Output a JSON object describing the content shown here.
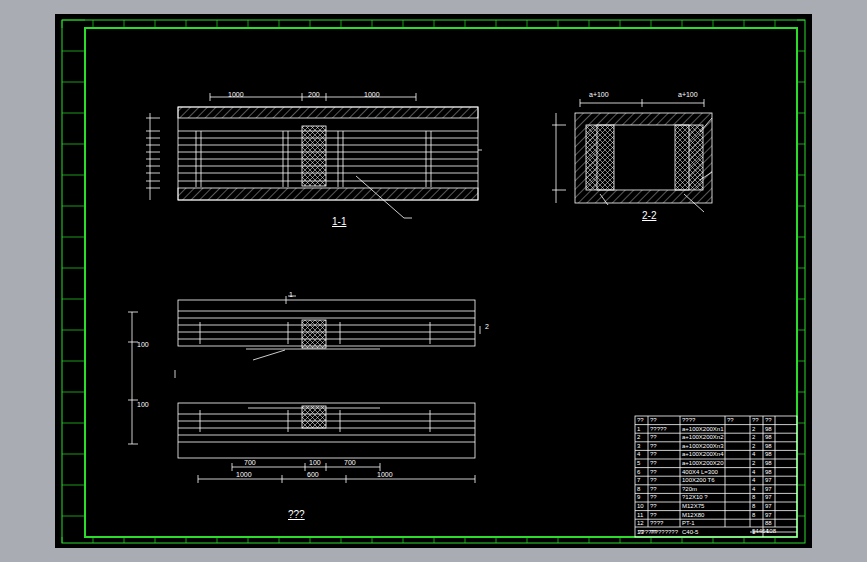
{
  "diagram": {
    "labels": [
      "1000",
      "200",
      "1000",
      "1-1",
      "a+100",
      "a+100",
      "2-2",
      "1",
      "2",
      "700",
      "100",
      "700",
      "1000",
      "600",
      "1000",
      "100",
      "100",
      "???",
      "??",
      "??",
      "????",
      "??",
      "??",
      "??",
      "1",
      "?????",
      "a+100X200Xn1",
      "2",
      "98",
      "2",
      "??",
      "a+100X200Xn2",
      "2",
      "98",
      "3",
      "??",
      "a+100X200Xn3",
      "2",
      "98",
      "4",
      "??",
      "a+100X200Xn4",
      "4",
      "98",
      "5",
      "??",
      "a+100X200X20",
      "2",
      "98",
      "6",
      "??",
      "400X4 L=300",
      "4",
      "98",
      "7",
      "??",
      "100X200 T6",
      "4",
      "97",
      "8",
      "??",
      "?20m",
      "4",
      "97",
      "9",
      "??",
      "?12X10 ?",
      "8",
      "97",
      "10",
      "??",
      "M12X75",
      "8",
      "97",
      "11",
      "??",
      "M12X80",
      "8",
      "97",
      "12",
      "????",
      "PT-1",
      "88",
      "13",
      "??",
      "C40-5",
      "1",
      "????????????",
      "94464",
      "108"
    ]
  }
}
